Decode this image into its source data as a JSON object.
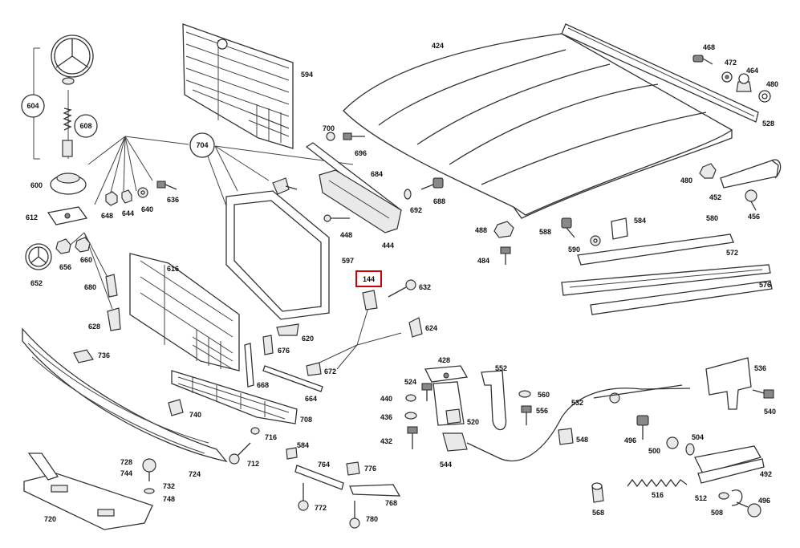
{
  "diagram": {
    "highlight_color": "#d00000",
    "highlighted_label": "144",
    "parts": {
      "p424": "424",
      "p468": "468",
      "p472": "472",
      "p464": "464",
      "p480a": "480",
      "p528": "528",
      "p594": "594",
      "p604": "604",
      "p608": "608",
      "p600": "600",
      "p612": "612",
      "p652": "652",
      "p704": "704",
      "p700": "700",
      "p696": "696",
      "p684": "684",
      "p692": "692",
      "p688": "688",
      "p648": "648",
      "p644": "644",
      "p640": "640",
      "p636": "636",
      "p656": "656",
      "p660": "660",
      "p680": "680",
      "p628": "628",
      "p616": "616",
      "p597": "597",
      "p448": "448",
      "p444": "444",
      "p488": "488",
      "p484": "484",
      "p588": "588",
      "p584a": "584",
      "p590": "590",
      "p480b": "480",
      "p452": "452",
      "p456": "456",
      "p580": "580",
      "p572": "572",
      "p576": "576",
      "p144": "144",
      "p632": "632",
      "p624": "624",
      "p620": "620",
      "p676": "676",
      "p672": "672",
      "p668": "668",
      "p664": "664",
      "p736": "736",
      "p740": "740",
      "p708": "708",
      "p716": "716",
      "p712": "712",
      "p724": "724",
      "p584b": "584",
      "p764": "764",
      "p776": "776",
      "p772": "772",
      "p768": "768",
      "p780": "780",
      "p728": "728",
      "p744": "744",
      "p732": "732",
      "p748": "748",
      "p720": "720",
      "p428": "428",
      "p524": "524",
      "p440": "440",
      "p436": "436",
      "p432": "432",
      "p520": "520",
      "p544": "544",
      "p552": "552",
      "p560": "560",
      "p556": "556",
      "p532": "532",
      "p548": "548",
      "p536": "536",
      "p540": "540",
      "p496a": "496",
      "p500": "500",
      "p504": "504",
      "p492": "492",
      "p516": "516",
      "p568": "568",
      "p512": "512",
      "p508": "508",
      "p496b": "496"
    }
  }
}
